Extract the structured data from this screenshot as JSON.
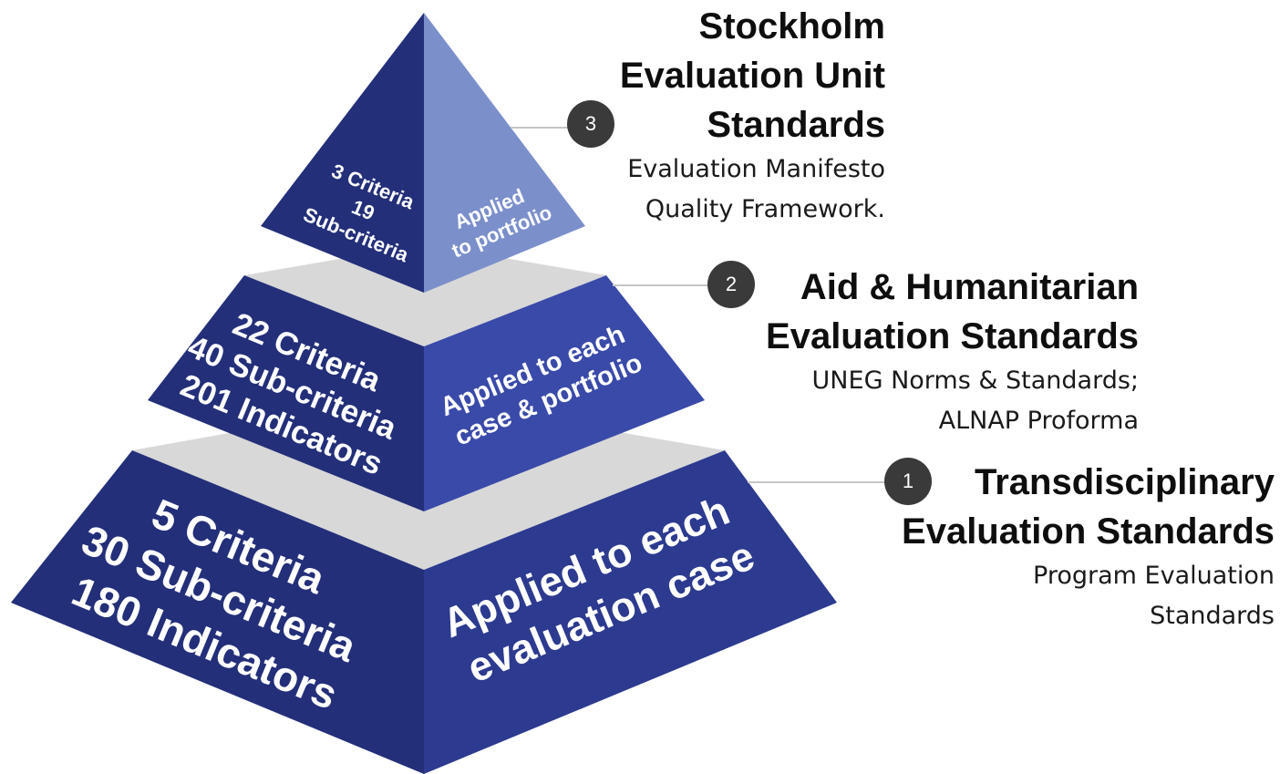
{
  "colors": {
    "tier_left": "#232f79",
    "tier_base_right": "#2c3a8f",
    "tier_middle_right": "#3a4aa9",
    "tier_top_right": "#7b8fcb",
    "ledge": "#d8d8d8",
    "badge": "#3a3a3a",
    "leader": "#c6c6c6"
  },
  "tiers": [
    {
      "number": "1",
      "left_lines": [
        "5 Criteria",
        "30 Sub-criteria",
        "180 Indicators"
      ],
      "right_lines": [
        "Applied to each",
        "evaluation case"
      ],
      "title_lines": [
        "Transdisciplinary",
        "Evaluation Standards"
      ],
      "subtitle_lines": [
        "Program Evaluation",
        "Standards"
      ]
    },
    {
      "number": "2",
      "left_lines": [
        "22 Criteria",
        "40 Sub-criteria",
        "201 Indicators"
      ],
      "right_lines": [
        "Applied to each",
        "case & portfolio"
      ],
      "title_lines": [
        "Aid & Humanitarian",
        "Evaluation Standards"
      ],
      "subtitle_lines": [
        "UNEG Norms & Standards;",
        "ALNAP Proforma"
      ]
    },
    {
      "number": "3",
      "left_lines": [
        "3 Criteria",
        "19",
        "Sub-criteria"
      ],
      "right_lines": [
        "Applied",
        "to portfolio"
      ],
      "title_lines": [
        "Stockholm",
        "Evaluation Unit",
        "Standards"
      ],
      "subtitle_lines": [
        "Evaluation Manifesto",
        "Quality Framework."
      ]
    }
  ]
}
